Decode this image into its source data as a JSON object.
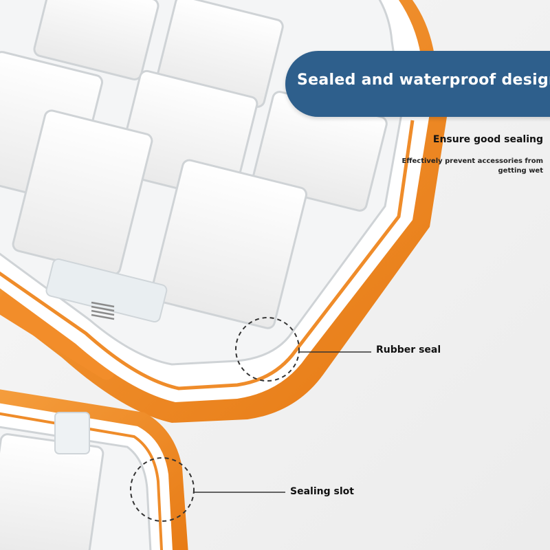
{
  "banner": {
    "title": "Sealed and waterproof design",
    "color": "#2e5f8c"
  },
  "features": {
    "heading": "Ensure good sealing",
    "description": "Effectively prevent accessories from getting wet"
  },
  "callouts": {
    "rubber_seal": "Rubber seal",
    "sealing_slot": "Sealing slot"
  },
  "colors": {
    "case_orange": "#f08a22",
    "background": "#f3f3f3"
  }
}
